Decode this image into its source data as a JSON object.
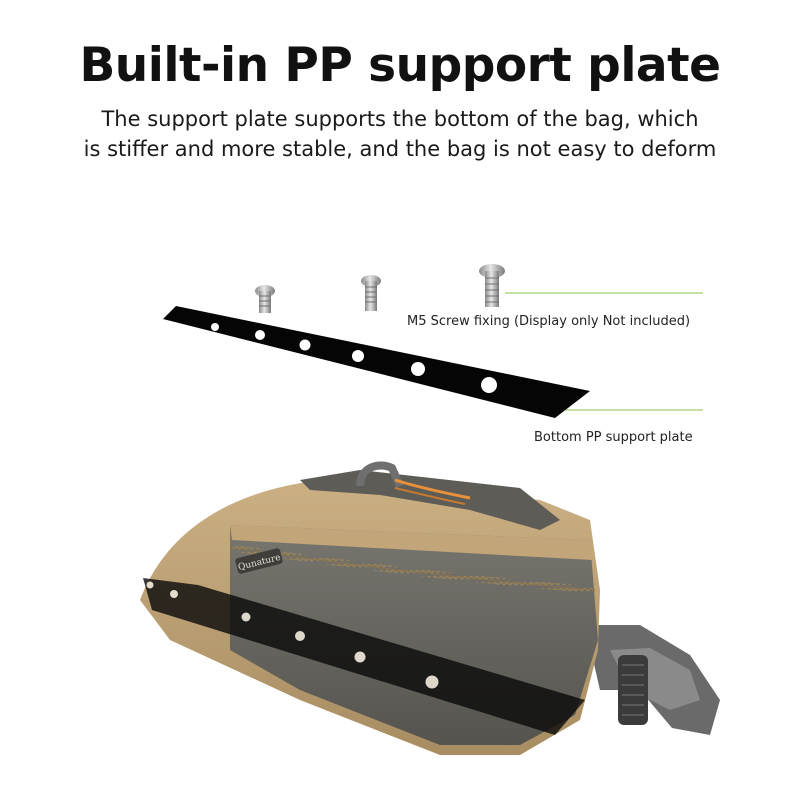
{
  "title": "Built-in PP support plate",
  "subtitle": [
    "The support plate supports the bottom of the bag, which",
    "is stiffer and more stable, and the bag is not easy to deform"
  ],
  "callouts": {
    "screw": "M5 Screw fixing (Display only Not included)",
    "plate": "Bottom PP support plate"
  },
  "brand": "Qunature",
  "colors": {
    "accent_line": "#8bc34a",
    "bag_fabric": "#bfa277",
    "bag_mesh": "#6b6b66",
    "plate": "#000000",
    "zipper_pull": "#e8913a"
  }
}
